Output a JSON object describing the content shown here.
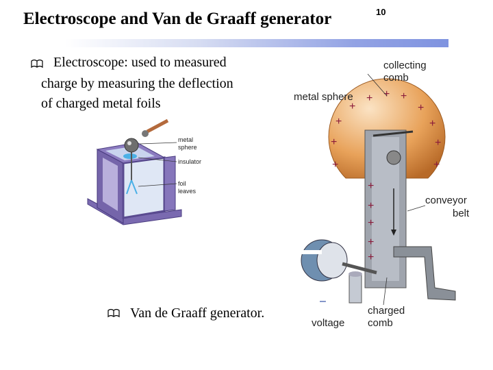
{
  "slide": {
    "title": "Electroscope and Van de Graaff generator",
    "page_number": "10"
  },
  "bullets": {
    "electroscope_line1": "Electroscope: used to measured",
    "electroscope_line2": "charge by measuring the deflection",
    "electroscope_line3": "of charged metal foils",
    "vdg": "Van de Graaff generator."
  },
  "electroscope_figure": {
    "label_metal_sphere_1": "metal",
    "label_metal_sphere_2": "sphere",
    "label_insulator": "insulator",
    "label_foil_1": "foil",
    "label_foil_2": "leaves"
  },
  "vdg_figure": {
    "label_collecting_1": "collecting",
    "label_collecting_2": "comb",
    "label_metal_sphere": "metal sphere",
    "label_conveyor_1": "conveyor",
    "label_conveyor_2": "belt",
    "label_voltage": "voltage",
    "label_charged_1": "charged",
    "label_charged_2": "comb",
    "sign_minus": "–",
    "plus": "+"
  },
  "colors": {
    "title_bar_end": "#7f93e0",
    "sphere_orange": "#e8a25a",
    "frame_purple": "#6a5aa0"
  }
}
